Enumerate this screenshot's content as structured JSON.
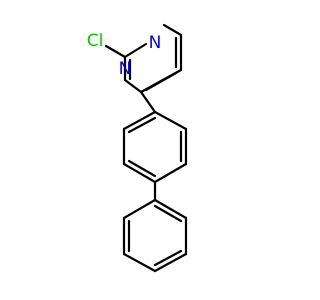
{
  "colors": {
    "background": "#ffffff",
    "bond": "#000000",
    "nitrogen": "#0000ff",
    "chlorine": "#00cc00"
  },
  "atoms": {
    "chlorine": "Cl",
    "nitrogen_top": "N",
    "nitrogen_bottom": "N"
  }
}
